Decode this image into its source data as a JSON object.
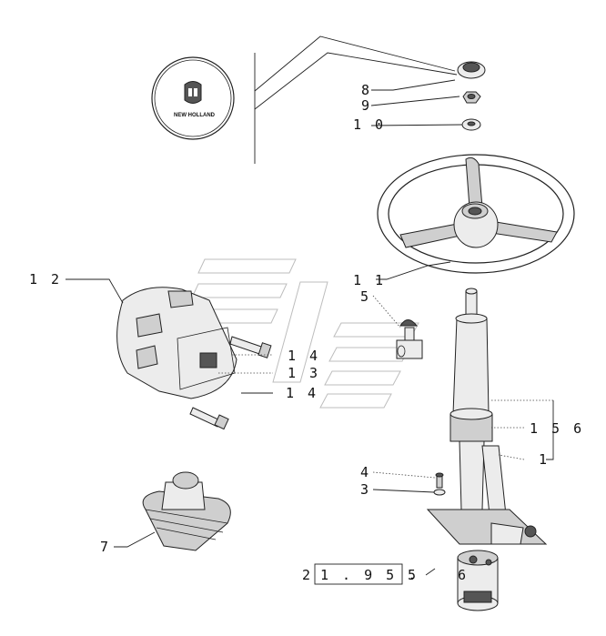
{
  "logo": {
    "brand_text": "NEW HOLLAND"
  },
  "labels": {
    "part_8": "8",
    "part_9": "9",
    "part_10": "1 0",
    "part_11": "1 1",
    "part_12": "1 2",
    "part_5": "5",
    "part_14a": "1 4",
    "part_13": "1 3",
    "part_14b": "1 4",
    "part_156": "1 5 6",
    "part_1": "1",
    "part_4": "4",
    "part_3": "3",
    "part_7": "7",
    "part_2": "2",
    "ref_box": "1 . 9 5 .",
    "ref_suffix": "5",
    "part_6": "6"
  }
}
